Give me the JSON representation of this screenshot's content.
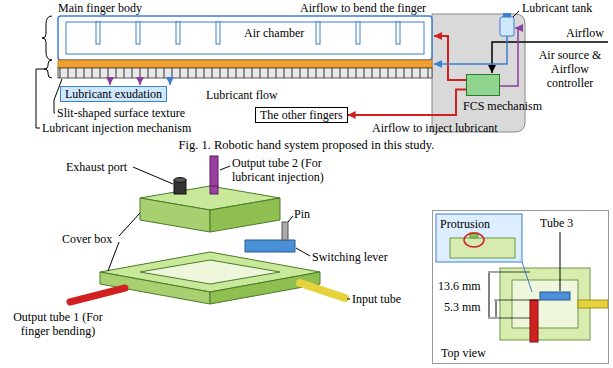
{
  "diagram": {
    "caption": "Fig. 1. Robotic hand system proposed in this study.",
    "nodes": [
      {
        "text": [
          "Lubricant exudation"
        ]
      },
      {
        "text": [
          "The other fingers"
        ]
      },
      {
        "text": [
          "FCS mechanism"
        ]
      },
      {
        "text": [
          "Top view"
        ]
      }
    ],
    "edges": [
      {
        "from": 2,
        "to": 1,
        "arrow": "to"
      }
    ],
    "labels": [
      "Main finger body",
      "Air chamber",
      "Airflow to bend the finger",
      "Lubricant tank",
      "Airflow",
      "Air source & Airflow controller",
      "Lubricant flow",
      "Slit-shaped surface texture",
      "Lubricant injection mechanism",
      "Airflow to inject lubricant",
      "Exhaust port",
      "Output tube 2 (For lubricant injection)",
      "Pin",
      "Cover box",
      "Switching lever",
      "Output tube 1 (For finger bending)",
      "Input tube",
      "Protrusion",
      "Tube 3",
      "13.6 mm",
      "5.3 mm"
    ]
  }
}
